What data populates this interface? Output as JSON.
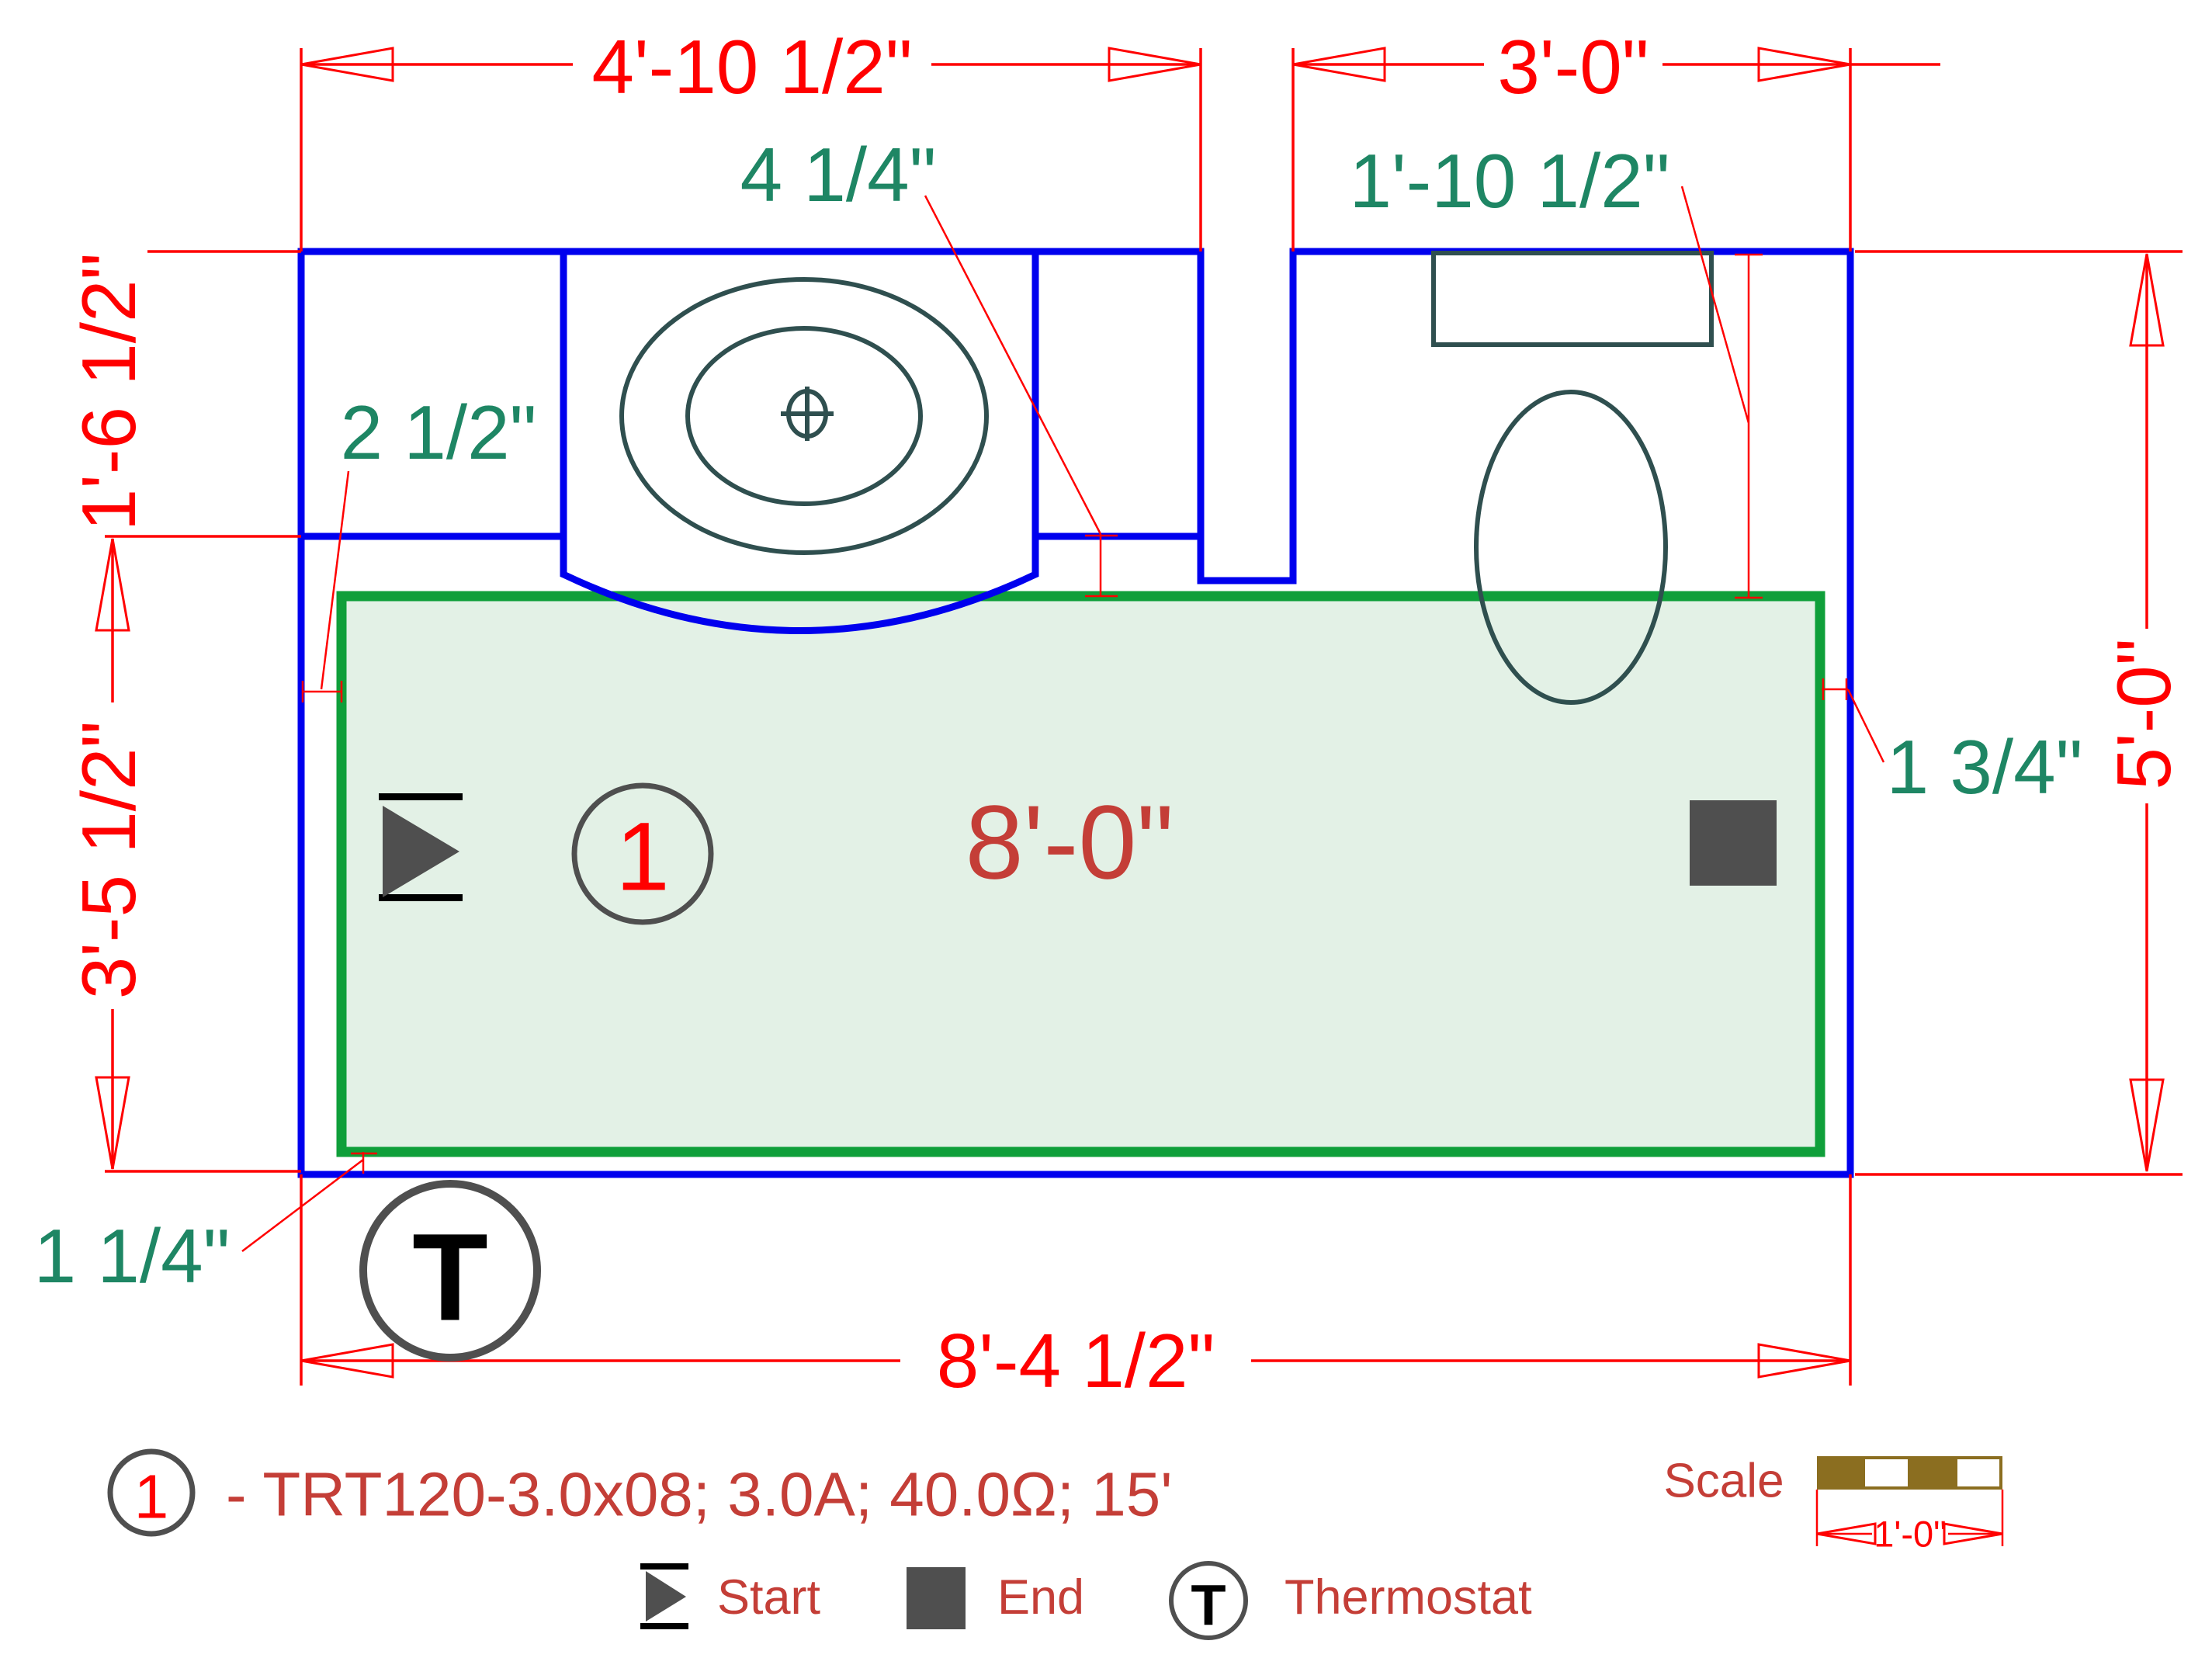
{
  "drawing": {
    "title_context": "heating mat floor plan",
    "dimensions_red": {
      "top_left": "4'-10 1/2\"",
      "top_right": "3'-0\"",
      "bottom": "8'-4 1/2\"",
      "right": "5'-0\"",
      "left_upper": "1'-6 1/2\"",
      "left_lower": "3'-5 1/2\"",
      "mat_length": "8'-0\""
    },
    "annotations_green": {
      "counter_to_mat": "4 1/4\"",
      "wall_to_mat_top": "1'-10 1/2\"",
      "left_gap": "2 1/2\"",
      "right_gap": "1 3/4\"",
      "bottom_gap": "1 1/4\""
    },
    "mat_circle_label": "1",
    "thermostat_symbol": "T"
  },
  "legend": {
    "item_number": "1",
    "item_description": "- TRT120-3.0x08; 3.0A; 40.0Ω; 15'",
    "start_label": "Start",
    "end_label": "End",
    "thermostat_label": "Thermostat",
    "thermostat_symbol": "T"
  },
  "scale": {
    "label": "Scale",
    "bar_length": "1'-0\""
  },
  "colors": {
    "wall_blue": "#0000ee",
    "mat_border_green": "#0f9f3a",
    "mat_fill_green": "#e3f1e6",
    "dimension_red": "#ff0000",
    "annotation_green": "#1e8664",
    "label_brick_red": "#c43e37",
    "fixture_slate": "#2f4f4f",
    "marker_gray": "#4f4f4f",
    "scale_bar_brown": "#8b6e20"
  }
}
